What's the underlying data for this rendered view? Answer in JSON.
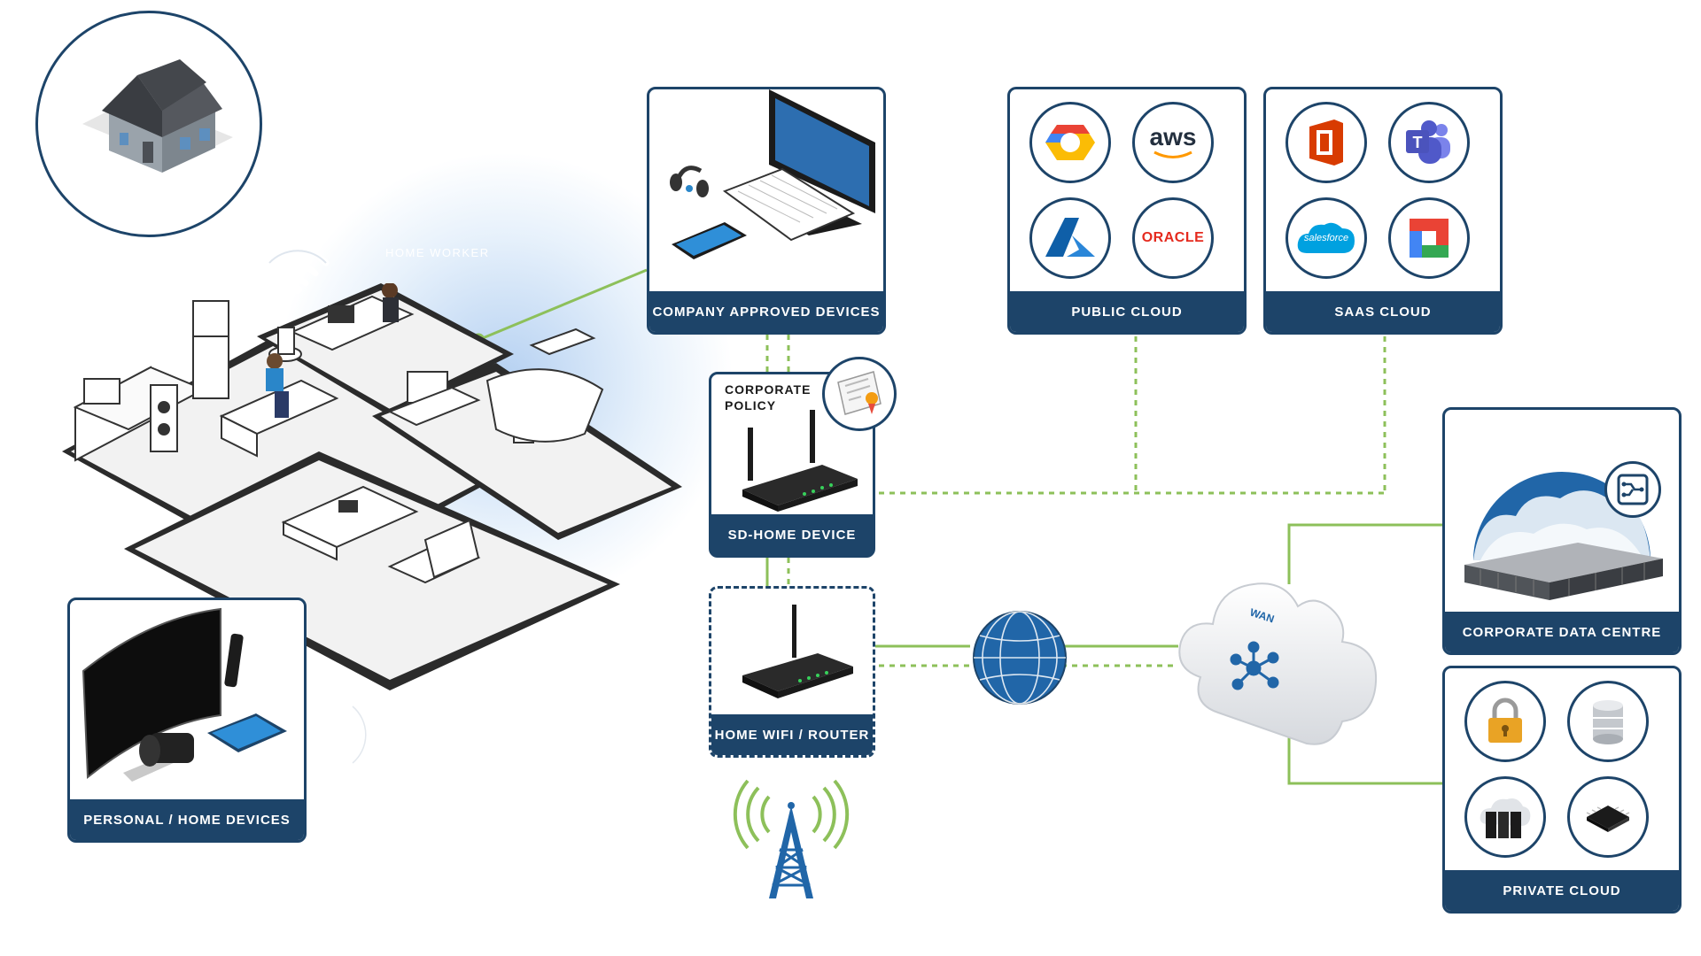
{
  "labels": {
    "home_worker": "HOME WORKER",
    "corporate_policy_line1": "CORPORATE",
    "corporate_policy_line2": "POLICY",
    "wan": "WAN"
  },
  "cards": {
    "company_devices": "COMPANY APPROVED DEVICES",
    "public_cloud": "PUBLIC CLOUD",
    "saas_cloud": "SAAS CLOUD",
    "sd_home_device": "SD-HOME DEVICE",
    "home_router": "HOME WIFI / ROUTER",
    "personal_devices": "PERSONAL / HOME DEVICES",
    "corporate_dc": "CORPORATE DATA CENTRE",
    "private_cloud": "PRIVATE CLOUD"
  },
  "logos": {
    "aws": "aws",
    "oracle": "ORACLE",
    "salesforce": "salesforce",
    "office": "O",
    "teams": "T"
  },
  "colors": {
    "navy": "#1d4469",
    "link_green": "#8dc05a",
    "globe_blue": "#2166a8"
  }
}
